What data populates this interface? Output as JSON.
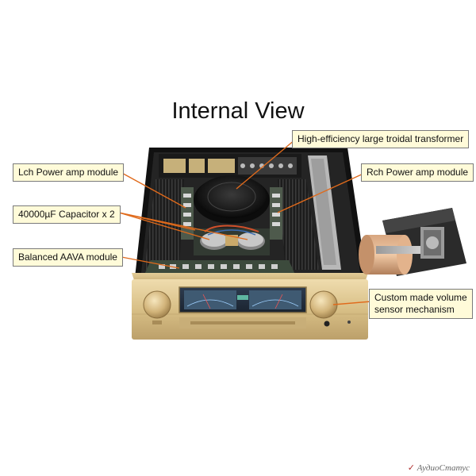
{
  "title": "Internal View",
  "callouts": {
    "transformer": "High-efficiency large troidal transformer",
    "lch": "Lch Power amp module",
    "rch": "Rch Power amp module",
    "capacitor": "40000µF Capacitor x 2",
    "aava": "Balanced AAVA  module",
    "volume_line1": "Custom made volume",
    "volume_line2": "sensor mechanism"
  },
  "watermark": "АудиоСтатус",
  "colors": {
    "callout_bg": "#fffbd9",
    "leader": "#e06a1b",
    "gold": "#d9c08a",
    "chassis": "#1a1a1a"
  }
}
